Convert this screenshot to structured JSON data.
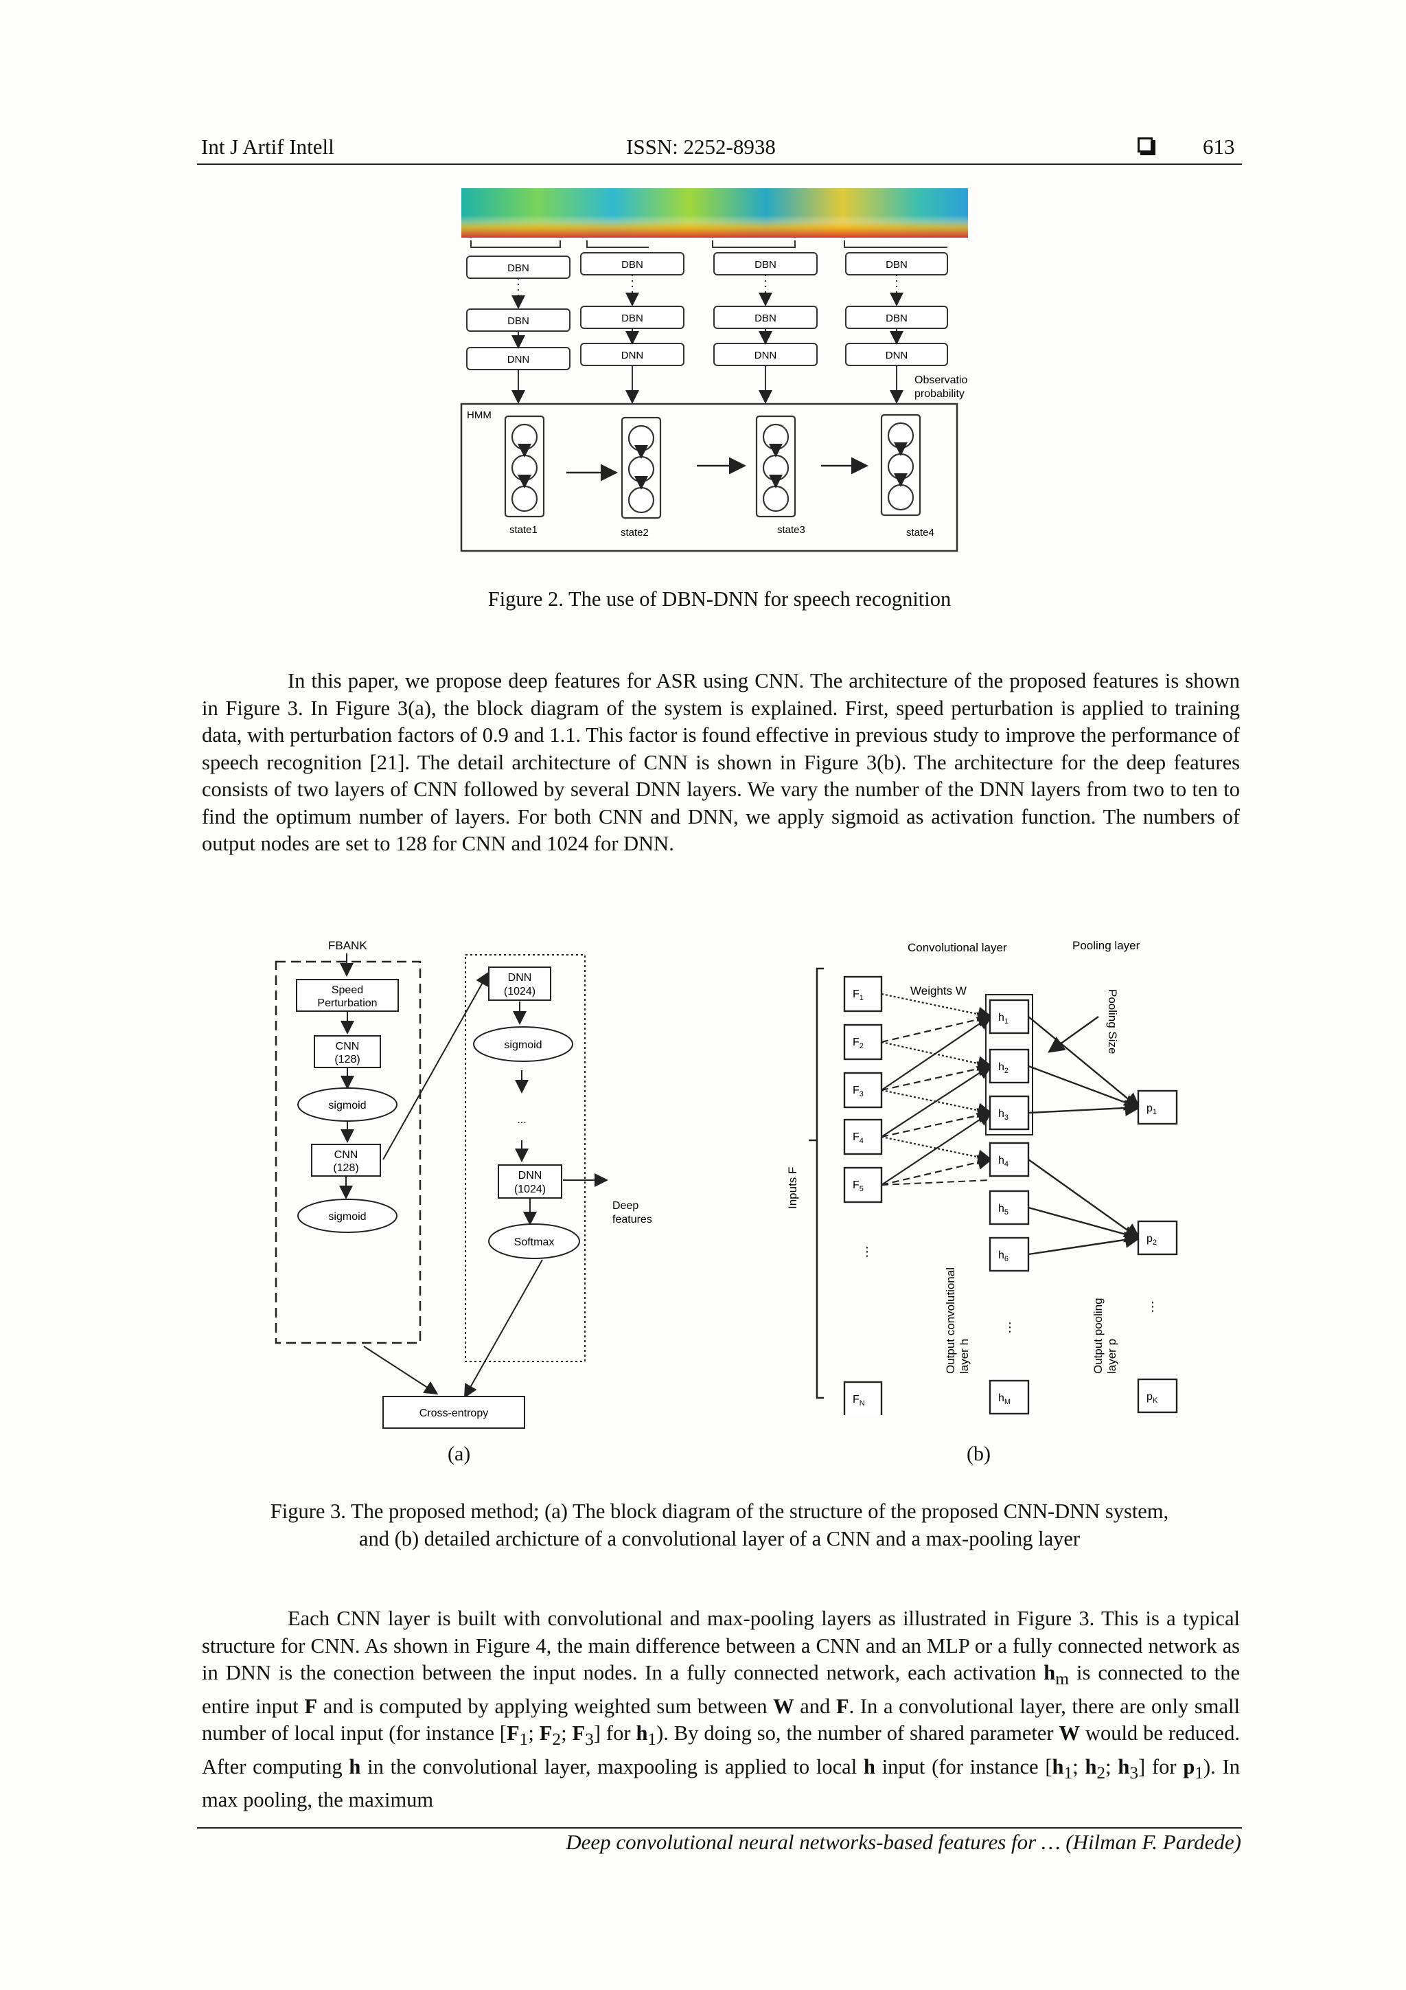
{
  "header": {
    "journal": "Int J Artif Intell",
    "issn": "ISSN: 2252-8938",
    "page_number": "613"
  },
  "figure2": {
    "caption": "Figure 2. The use of DBN-DNN for speech recognition",
    "dbn_label": "DBN",
    "dnn_label": "DNN",
    "hmm_label": "HMM",
    "observation_line1": "Observation",
    "observation_line2": "probability",
    "states": [
      "state1",
      "state2",
      "state3",
      "state4"
    ]
  },
  "paragraph1": "In this paper, we propose deep features for ASR using CNN. The architecture of the proposed features is shown in Figure 3. In Figure 3(a), the block diagram of the system is explained. First, speed perturbation is applied to training data, with perturbation factors of 0.9 and 1.1. This factor is found effective in previous study to improve the performance of speech recognition [21]. The detail architecture of CNN is shown in Figure 3(b). The architecture for the deep features consists of two layers of CNN followed by several DNN layers. We vary the number of the DNN layers from two to ten to find the optimum number of layers. For both CNN and DNN, we apply sigmoid as activation function. The numbers of output nodes are set to 128 for CNN and 1024 for DNN.",
  "figure3a": {
    "fbank": "FBANK",
    "speed_line1": "Speed",
    "speed_line2": "Perturbation",
    "cnn": "CNN",
    "cnn_units": "(128)",
    "sigmoid": "sigmoid",
    "dnn": "DNN",
    "dnn_units": "(1024)",
    "ellipsis": "...",
    "deep_line1": "Deep",
    "deep_line2": "features",
    "softmax": "Softmax",
    "cross_entropy": "Cross-entropy",
    "label": "(a)"
  },
  "figure3b": {
    "conv_layer": "Convolutional layer",
    "pool_layer": "Pooling layer",
    "weights": "Weights W",
    "pooling_size": "Pooling Size",
    "inputs": "Inputs F",
    "output_conv_line1": "Output convolutional",
    "output_conv_line2": "layer h",
    "output_pool_line1": "Output pooling",
    "output_pool_line2": "layer p",
    "f_nodes": [
      "F1",
      "F2",
      "F3",
      "F4",
      "F5",
      "FN"
    ],
    "h_nodes": [
      "h1",
      "h2",
      "h3",
      "h4",
      "h5",
      "h6",
      "hM"
    ],
    "p_nodes": [
      "p1",
      "p2",
      "pK"
    ],
    "label": "(b)"
  },
  "figure3_caption_line1": "Figure 3. The proposed method; (a) The block diagram of the structure of the proposed CNN-DNN system,",
  "figure3_caption_line2": "and (b) detailed archicture of a convolutional layer of a CNN and a max-pooling layer",
  "paragraph2_html": "Each CNN layer is built with convolutional and max-pooling layers as illustrated in Figure 3. This is a typical structure for CNN. As shown in Figure 4, the main difference between a CNN and an MLP or a fully connected network as in DNN is the conection between the input nodes. In a fully connected network, each activation <b>h</b><sub>m</sub> is connected to the entire input <b>F</b> and is computed by applying weighted sum between <b>W</b> and <b>F</b>. In a convolutional layer, there are only small number of local input (for instance [<b>F</b><sub>1</sub>; <b>F</b><sub>2</sub>; <b>F</b><sub>3</sub>] for <b>h</b><sub>1</sub>). By doing so, the number of shared parameter <b>W</b> would be reduced. After computing <b>h</b> in the convolutional layer, maxpooling is applied to local <b>h</b> input (for instance [<b>h</b><sub>1</sub>; <b>h</b><sub>2</sub>; <b>h</b><sub>3</sub>] for <b>p</b><sub>1</sub>). In max pooling, the maximum",
  "paragraph2": "Each CNN layer is built with convolutional and max-pooling layers as illustrated in Figure 3. This is a typical structure for CNN. As shown in Figure 4, the main difference between a CNN and an MLP or a fully connected network as in DNN is the conection between the input nodes. In a fully connected network, each activation hm is connected to the entire input F and is computed by applying weighted sum between W and F. In a convolutional layer, there are only small number of local input (for instance [F1; F2; F3] for h1). By doing so, the number of shared parameter W would be reduced. After computing h in the convolutional layer, maxpooling is applied to local h input (for instance [h1; h2; h3] for p1). In max pooling, the maximum",
  "footer": "Deep convolutional neural networks-based features for … (Hilman F. Pardede)"
}
